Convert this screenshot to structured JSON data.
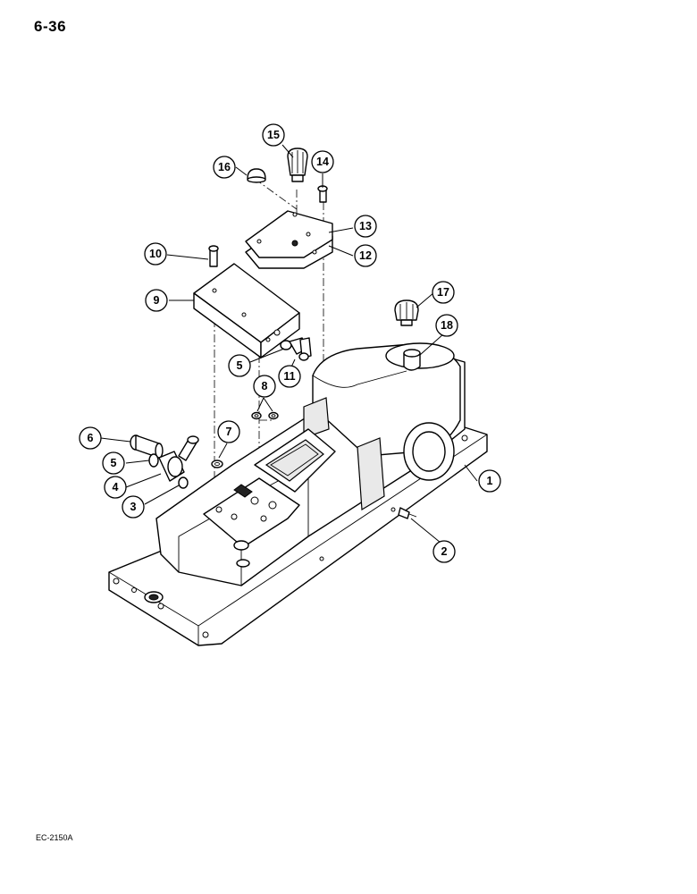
{
  "page_number": "6-36",
  "figure_code": "EC-2150A",
  "callouts": [
    "1",
    "2",
    "3",
    "4",
    "5",
    "5",
    "6",
    "7",
    "8",
    "9",
    "10",
    "11",
    "12",
    "13",
    "14",
    "15",
    "16",
    "17",
    "18"
  ]
}
